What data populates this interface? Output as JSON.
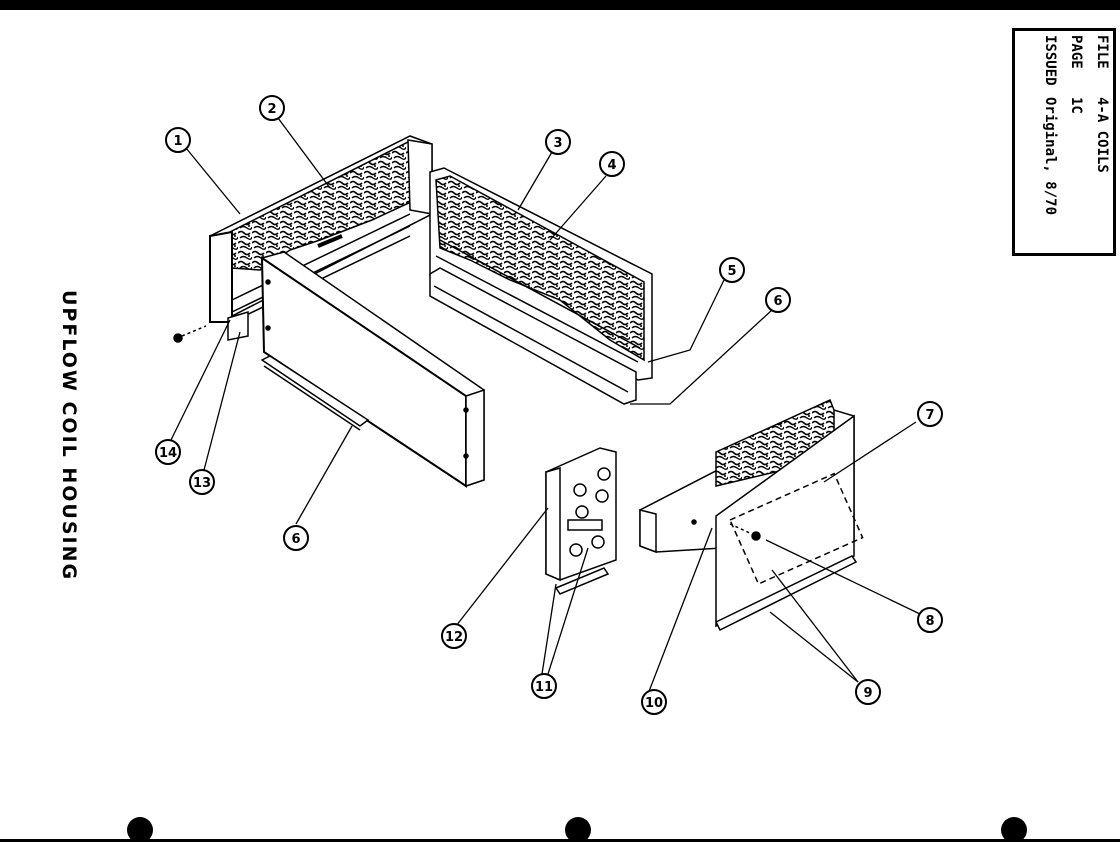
{
  "title": "UPFLOW COIL HOUSING",
  "info_box": {
    "rows": [
      {
        "label": "FILE",
        "value": "4-A COILS"
      },
      {
        "label": "PAGE",
        "value": "1C"
      },
      {
        "label": "ISSUED",
        "value": "Original, 8/70"
      }
    ]
  },
  "callouts": [
    "1",
    "2",
    "3",
    "4",
    "5",
    "6",
    "6",
    "7",
    "8",
    "9",
    "10",
    "11",
    "12",
    "13",
    "14"
  ]
}
